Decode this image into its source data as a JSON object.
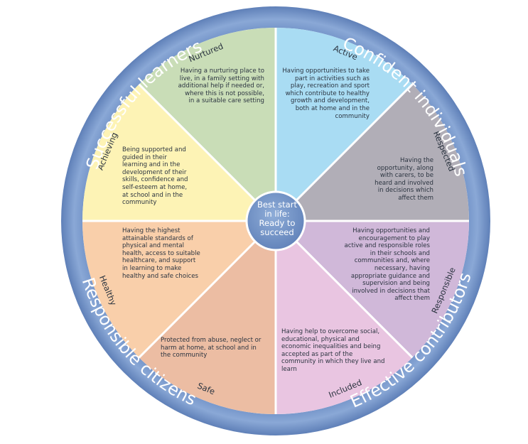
{
  "center": {
    "text": "Best start in life: Ready to succeed",
    "lines": [
      "Best start",
      "in life:",
      "Ready to",
      "succeed"
    ]
  },
  "outcomes": {
    "successful_learners": "Successful learners",
    "confident_individuals": "Confident individuals",
    "responsible_citizens": "Responsible citizens",
    "effective_contributors": "Effective contributors"
  },
  "segments": [
    {
      "id": "nurtured",
      "title": "Nurtured",
      "color": "#c9ddb7",
      "description": "Having a nurturing place to live, in a family setting with additional help if needed or, where this is not possible, in a suitable care setting"
    },
    {
      "id": "active",
      "title": "Active",
      "color": "#a9dcf3",
      "description": "Having opportunities to take part in activities such as play, recreation and sport which contribute to healthy growth and development, both at home and in the community"
    },
    {
      "id": "respected",
      "title": "Respected",
      "color": "#b1aeb7",
      "description": "Having the opportunity, along with carers, to be heard and involved in decisions which affect them"
    },
    {
      "id": "responsible",
      "title": "Responsible",
      "color": "#d0b8d9",
      "description": "Having opportunities and encouragement to play active and responsible roles in their schools and communities and, where necessary, having appropriate guidance and supervision and being involved in decisions that affect them"
    },
    {
      "id": "included",
      "title": "Included",
      "color": "#e9c5e1",
      "description": "Having help to overcome social, educational, physical and economic inequalities and being accepted as part of the community in which they live and learn"
    },
    {
      "id": "safe",
      "title": "Safe",
      "color": "#ecbda3",
      "description": "Protected from abuse, neglect or harm at home, at school and in the community"
    },
    {
      "id": "healthy",
      "title": "Healthy",
      "color": "#f9cfaa",
      "description": "Having the highest attainable standards of physical and mental health, access to suitable healthcare, and support in learning to make healthy and safe choices"
    },
    {
      "id": "achieving",
      "title": "Achieving",
      "color": "#fdf3b5",
      "description": "Being supported and guided in their learning and in the development of their skills, confidence and self-esteem at home, at school and in the community"
    }
  ],
  "colors": {
    "ring": "#7e9ecf",
    "ring_edge": "#5f80b8",
    "divider": "#ffffff",
    "hub": "#7b9bcb"
  }
}
